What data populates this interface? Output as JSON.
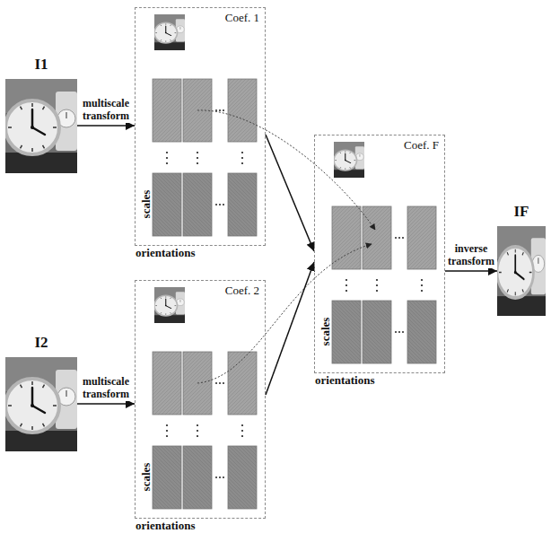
{
  "diagram": {
    "nodes": [
      {
        "text": [
          "I1"
        ]
      },
      {
        "text": [
          "Coef. 1",
          "scales",
          "orientations"
        ]
      },
      {
        "text": [
          "I2"
        ]
      },
      {
        "text": [
          "Coef. 2",
          "scales",
          "orientations"
        ]
      },
      {
        "text": [
          "Coef. F",
          "scales",
          "orientations"
        ]
      },
      {
        "text": [
          "IF"
        ]
      }
    ],
    "edges": [
      {
        "from": 0,
        "to": 1,
        "arrow": "to",
        "label": "multiscale transform"
      },
      {
        "from": 2,
        "to": 3,
        "arrow": "to",
        "label": "multiscale transform"
      },
      {
        "from": 1,
        "to": 4,
        "arrow": "to"
      },
      {
        "from": 3,
        "to": 4,
        "arrow": "to"
      },
      {
        "from": 4,
        "to": 5,
        "arrow": "to",
        "label": "inverse transform"
      }
    ]
  }
}
